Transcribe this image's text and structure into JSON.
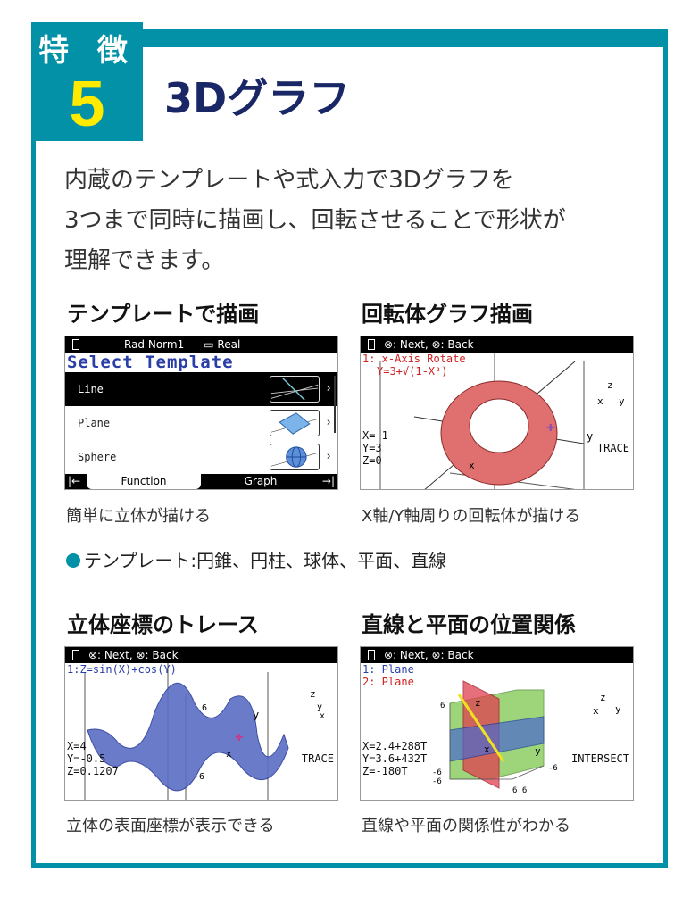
{
  "badge": {
    "label": "特 徴",
    "number": "5"
  },
  "title": "3Dグラフ",
  "intro": [
    "内蔵のテンプレートや式入力で3Dグラフを",
    "3つまで同時に描画し、回転させることで形状が",
    "理解できます。"
  ],
  "sections": [
    {
      "heading": "テンプレートで描画",
      "caption": "簡単に立体が描ける"
    },
    {
      "heading": "回転体グラフ描画",
      "caption": "X軸/Y軸周りの回転体が描ける"
    },
    {
      "heading": "立体座標のトレース",
      "caption": "立体の表面座標が表示できる"
    },
    {
      "heading": "直線と平面の位置関係",
      "caption": "直線や平面の関係性がわかる"
    }
  ],
  "bullet": "テンプレート:円錐、円柱、球体、平面、直線",
  "screen1": {
    "status": "Rad Norm1",
    "status2": "Real",
    "title": "Select Template",
    "items": [
      "Line",
      "Plane",
      "Sphere"
    ],
    "tabs": [
      "Function",
      "Graph"
    ],
    "tab_left": "|←",
    "tab_right": "→|"
  },
  "screen2": {
    "status": "⊗: Next, ⊗: Back",
    "eq1": "1: x-Axis Rotate",
    "eq2": "Y=3+√(1-X²)",
    "coords": [
      "X=-1",
      "Y=3",
      "Z=0"
    ],
    "mode": "TRACE"
  },
  "screen3": {
    "status": "⊗: Next, ⊗: Back",
    "eq1": "1:Z=sin(X)+cos(Y)",
    "coords": [
      "X=4",
      "Y=-0.5",
      "Z=0.1207"
    ],
    "mode": "TRACE"
  },
  "screen4": {
    "status": "⊗: Next, ⊗: Back",
    "eq1": "1: Plane",
    "eq2": "2: Plane",
    "coords": [
      "X=2.4+288T",
      "Y=3.6+432T",
      "Z=-180T"
    ],
    "mode": "INTERSECT"
  },
  "colors": {
    "accent": "#0291a6",
    "title": "#1a2766",
    "number": "#ffea00"
  }
}
